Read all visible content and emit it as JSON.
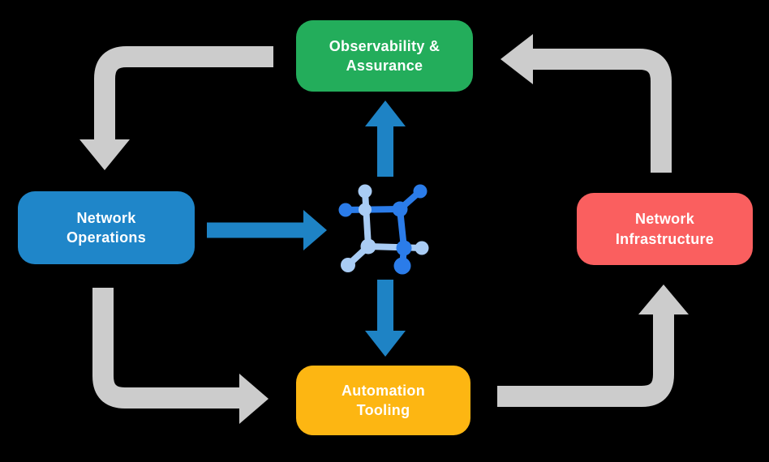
{
  "diagram": {
    "description": "Network automation cycle diagram",
    "nodes": {
      "observability": {
        "line1": "Observability &",
        "line2": "Assurance",
        "color": "#23AD5B"
      },
      "operations": {
        "line1": "Network",
        "line2": "Operations",
        "color": "#1F86C9"
      },
      "infrastructure": {
        "line1": "Network",
        "line2": "Infrastructure",
        "color": "#FA5F5F"
      },
      "automation": {
        "line1": "Automation",
        "line2": "Tooling",
        "color": "#FDB612"
      }
    },
    "colors": {
      "background": "#000000",
      "arrow_gray": "#CCCCCC",
      "arrow_blue": "#1E83C5",
      "icon_dark_blue": "#2B7CE9",
      "icon_light_blue": "#A9CCF4",
      "label_text": "#FFFFFF"
    },
    "flows": {
      "gray_cycle": [
        {
          "from": "observability",
          "to": "operations"
        },
        {
          "from": "operations",
          "to": "automation"
        },
        {
          "from": "automation",
          "to": "infrastructure"
        },
        {
          "from": "infrastructure",
          "to": "observability"
        }
      ],
      "blue_links": [
        {
          "from": "operations",
          "to": "center-icon"
        },
        {
          "from": "center-icon",
          "to": "observability"
        },
        {
          "from": "center-icon",
          "to": "automation"
        }
      ]
    },
    "center_icon": {
      "name": "network-node-icon"
    }
  }
}
